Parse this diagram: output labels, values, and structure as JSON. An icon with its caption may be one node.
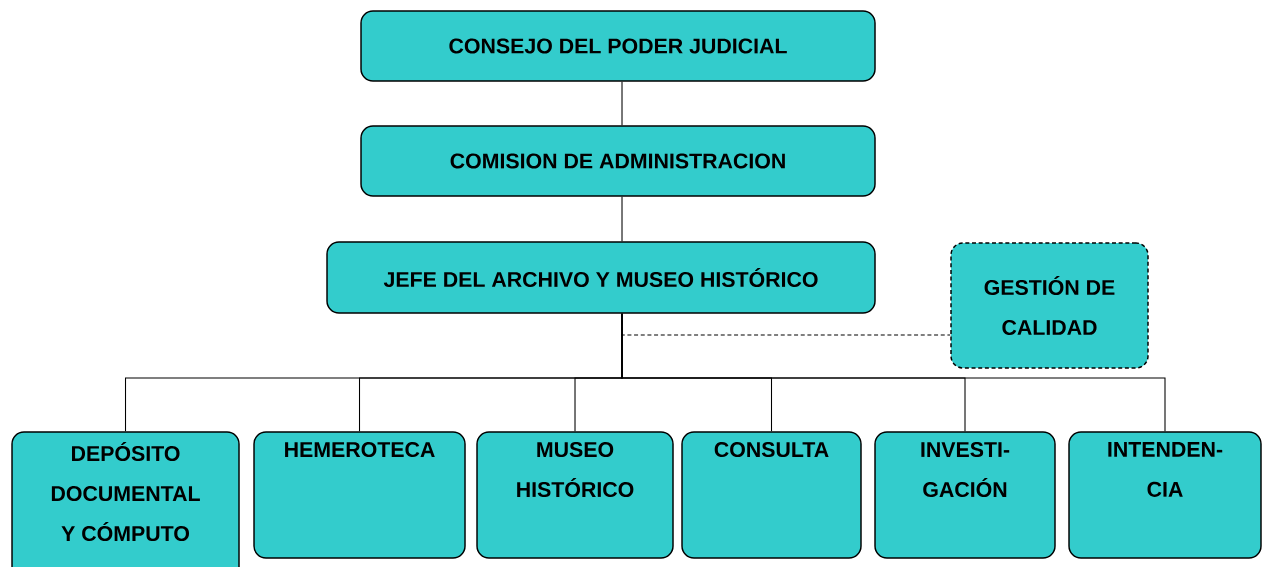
{
  "diagram": {
    "nodes": [
      {
        "text": [
          "CONSEJO DEL PODER JUDICIAL"
        ]
      },
      {
        "text": [
          "COMISION DE ADMINISTRACION"
        ]
      },
      {
        "text": [
          "JEFE DEL ARCHIVO Y MUSEO HISTÓRICO"
        ]
      },
      {
        "text": [
          "GESTIÓN DE CALIDAD"
        ]
      },
      {
        "text": [
          "DEPÓSITO DOCUMENTAL Y CÓMPUTO"
        ]
      },
      {
        "text": [
          "HEMEROTECA"
        ]
      },
      {
        "text": [
          "MUSEO HISTÓRICO"
        ]
      },
      {
        "text": [
          "CONSULTA"
        ]
      },
      {
        "text": [
          "INVESTI-GACIÓN"
        ]
      },
      {
        "text": [
          "INTENDEN-CIA"
        ]
      }
    ],
    "edges": [
      {
        "from": 0,
        "to": 1,
        "arrow": "none"
      },
      {
        "from": 1,
        "to": 2,
        "arrow": "none"
      },
      {
        "from": 2,
        "to": 3,
        "arrow": "none",
        "style": "dashed"
      },
      {
        "from": 2,
        "to": 4,
        "arrow": "none"
      },
      {
        "from": 2,
        "to": 5,
        "arrow": "none"
      },
      {
        "from": 2,
        "to": 6,
        "arrow": "none"
      },
      {
        "from": 2,
        "to": 7,
        "arrow": "none"
      },
      {
        "from": 2,
        "to": 8,
        "arrow": "none"
      },
      {
        "from": 2,
        "to": 9,
        "arrow": "none"
      }
    ]
  }
}
